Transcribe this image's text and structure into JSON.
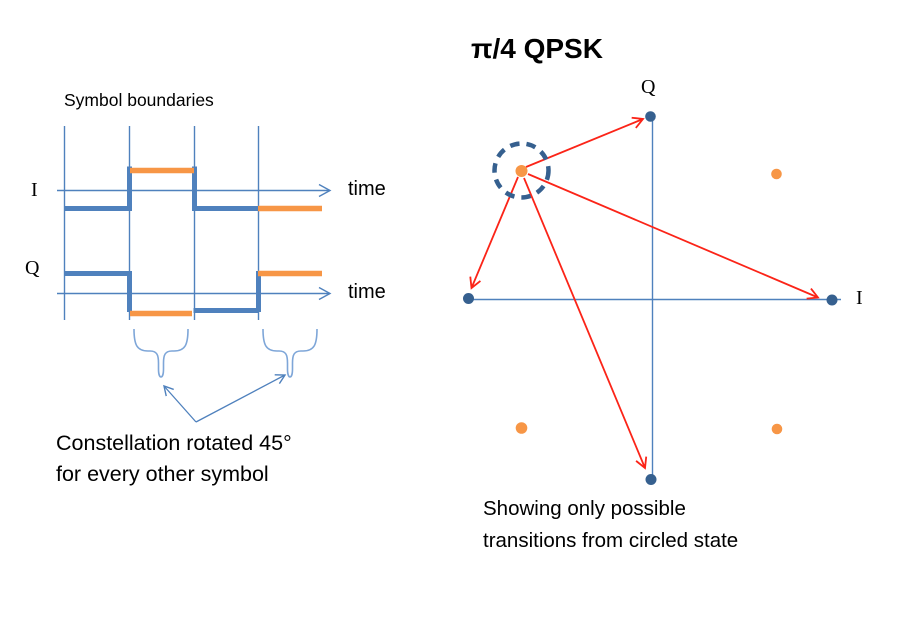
{
  "colors": {
    "axis_blue": "#4F81BD",
    "waveform_blue": "#4F81BD",
    "orange": "#F79646",
    "navy": "#36608F",
    "red": "#FB2418",
    "brace_blue": "#7EA6D8"
  },
  "timing": {
    "heading": "Symbol boundaries",
    "i_axis_label": "I",
    "q_axis_label": "Q",
    "time_label_i": "time",
    "time_label_q": "time",
    "caption": [
      "Constellation rotated 45°",
      "for every other symbol"
    ]
  },
  "constellation": {
    "title": "π/4 QPSK",
    "q_axis_label": "Q",
    "i_axis_label": "I",
    "caption": [
      "Showing only possible",
      "transitions from circled state"
    ]
  }
}
